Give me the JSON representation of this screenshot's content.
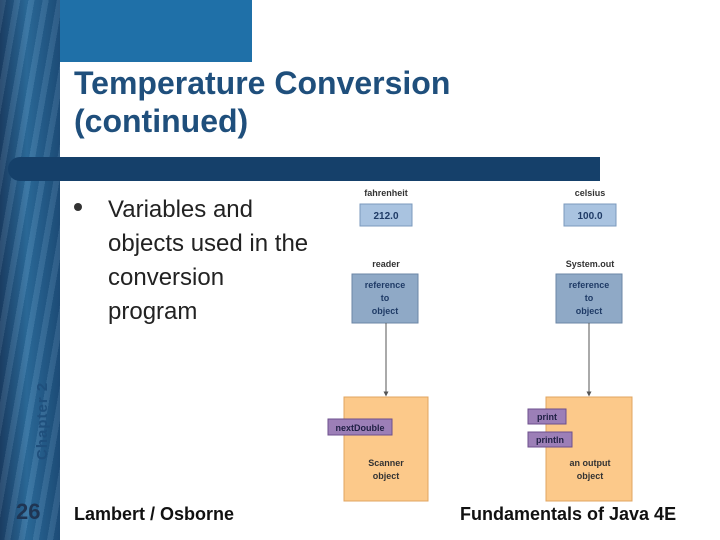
{
  "slide": {
    "title": "Temperature Conversion (continued)",
    "chapter_label": "Chapter 2",
    "slide_number": "26",
    "bullet": "Variables and objects used in the conversion program",
    "footer_left": "Lambert / Osborne",
    "footer_right": "Fundamentals of Java 4E"
  },
  "diagram": {
    "fahrenheit_label": "fahrenheit",
    "fahrenheit_value": "212.0",
    "celsius_label": "celsius",
    "celsius_value": "100.0",
    "reader_label": "reader",
    "reader_ref_line1": "reference",
    "reader_ref_line2": "to",
    "reader_ref_line3": "object",
    "systemout_label": "System.out",
    "systemout_ref_line1": "reference",
    "systemout_ref_line2": "to",
    "systemout_ref_line3": "object",
    "scanner_method": "nextDouble",
    "scanner_line1": "Scanner",
    "scanner_line2": "object",
    "output_method1": "print",
    "output_method2": "println",
    "output_line1": "an output",
    "output_line2": "object"
  },
  "colors": {
    "title": "#1f4f7c",
    "value_box": "#a9c3e0",
    "ref_box": "#8fa9c6",
    "method_box": "#9c7fb7",
    "object_box": "#fcc98a"
  }
}
